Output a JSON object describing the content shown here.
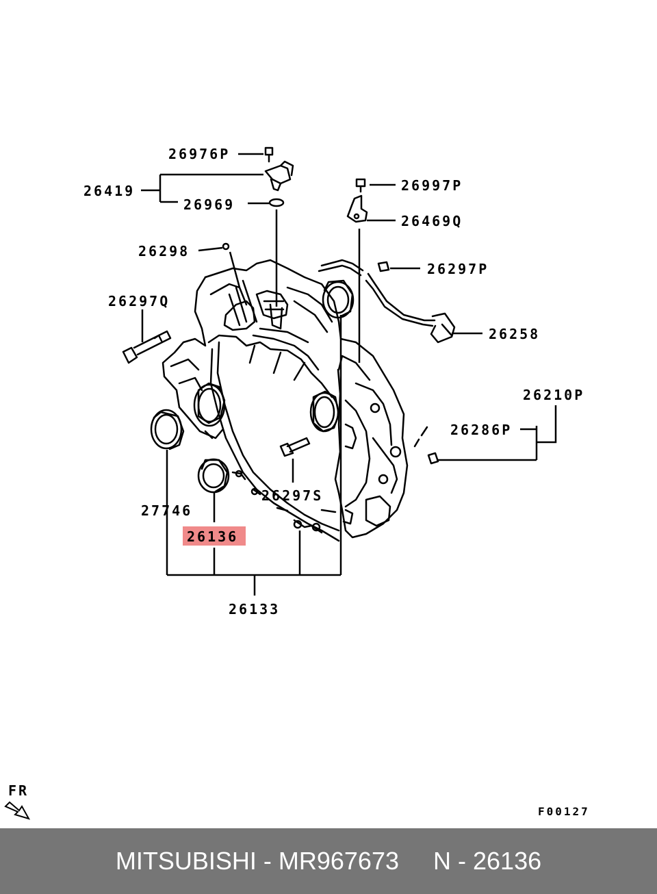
{
  "labels": {
    "p26976P": "26976P",
    "p26419": "26419",
    "p26969": "26969",
    "p26997P": "26997P",
    "p26469Q": "26469Q",
    "p26298": "26298",
    "p26297P": "26297P",
    "p26297Q": "26297Q",
    "p26258": "26258",
    "p26210P": "26210P",
    "p26286P": "26286P",
    "p27746": "27746",
    "p26297S": "26297S",
    "p26136": "26136",
    "p26133": "26133"
  },
  "highlighted_part": "26136",
  "highlight_color": "#f08a8a",
  "fr_label": "FR",
  "figure_code": "F00127",
  "footer": {
    "brand": "MITSUBISHI",
    "part_number": "MR967673",
    "ref": "N - 26136",
    "background": "#767676"
  }
}
